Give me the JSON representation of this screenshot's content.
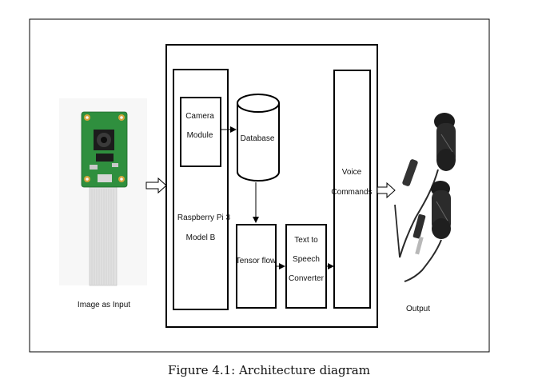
{
  "nodes": {
    "camera_module": [
      "Camera",
      "Module"
    ],
    "database": "Database",
    "raspberry_pi": [
      "Raspberry Pi 3",
      "Model B"
    ],
    "tensor_flow": "Tensor flow",
    "text_to_speech": [
      "Text to",
      "Speech",
      "Converter"
    ],
    "voice_commands": [
      "Voice",
      "Commands"
    ]
  },
  "labels": {
    "input": "Image as Input",
    "output": "Output"
  },
  "caption": "Figure 4.1: Architecture diagram",
  "colors": {
    "line": "#000000",
    "pcb": "#2f8f3e",
    "ribbon": "#d9d9d9",
    "earphone": "#222222"
  },
  "icons": {
    "input_image": "camera-module-photo",
    "output_image": "earphones-photo"
  }
}
